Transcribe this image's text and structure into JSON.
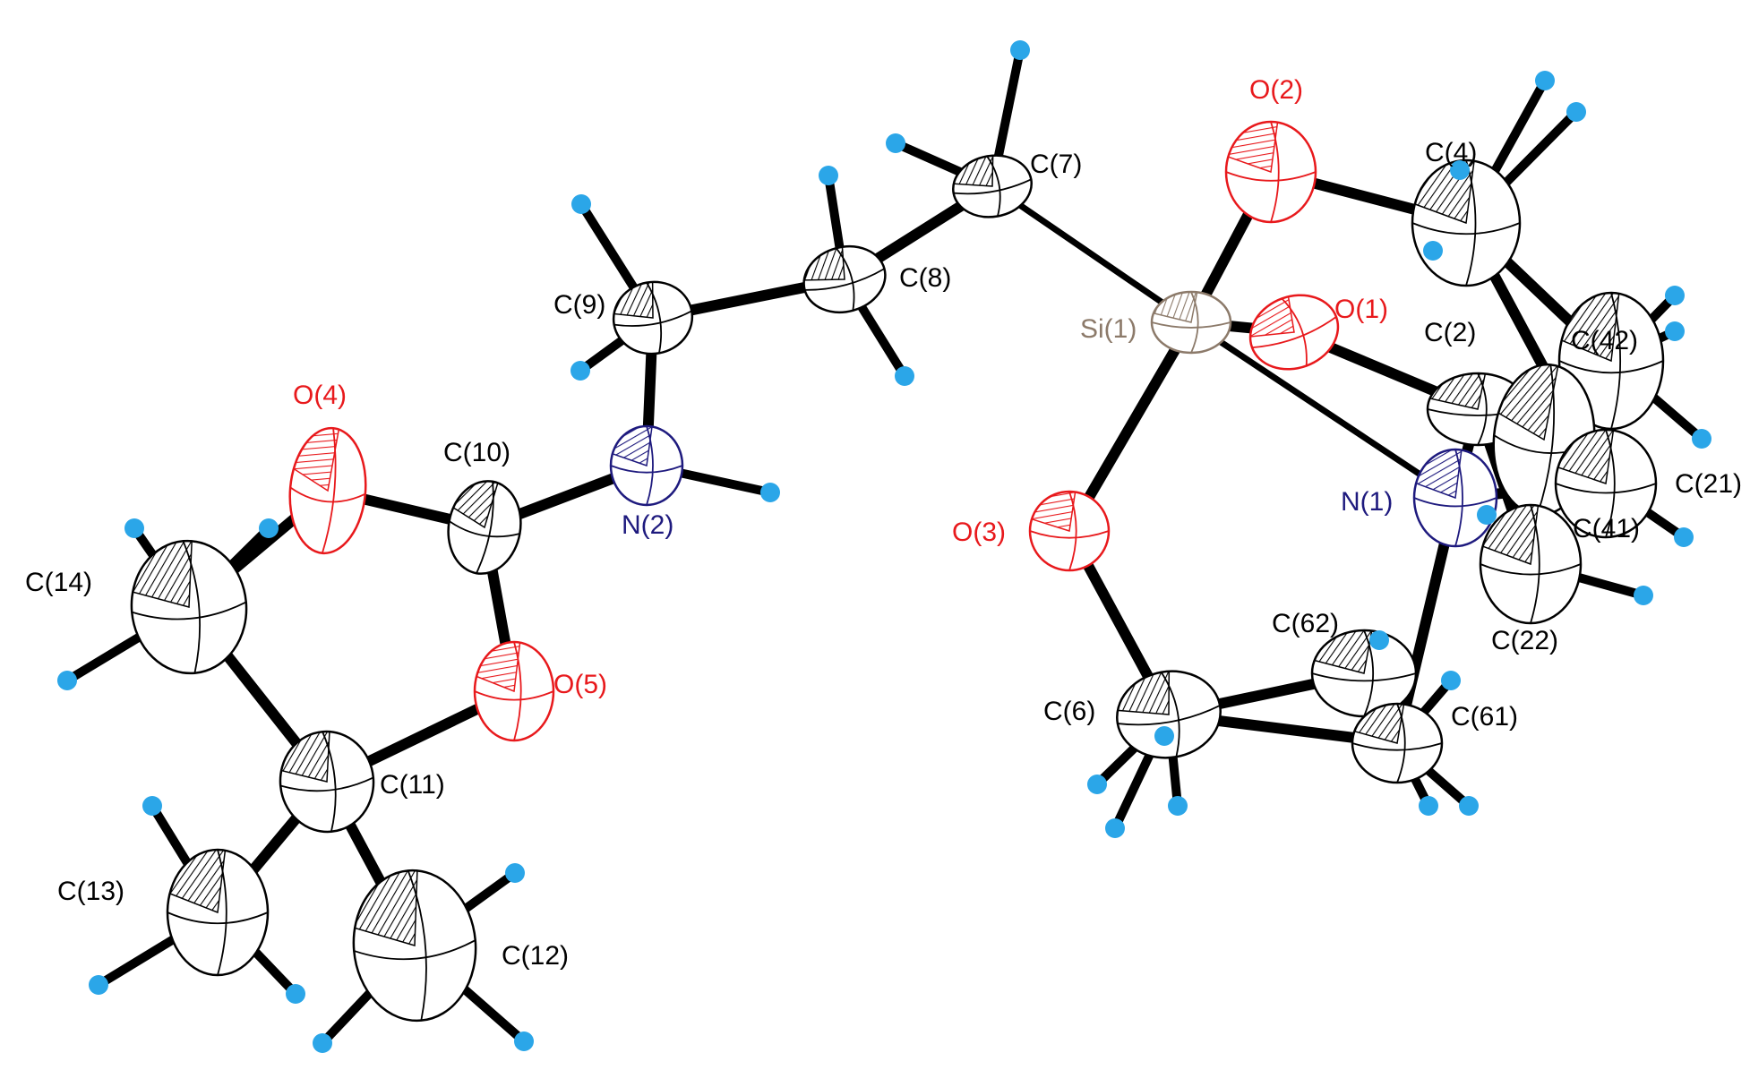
{
  "colors": {
    "background": "#ffffff",
    "bond": "#000000",
    "carbon": "#000000",
    "oxygen": "#e8191c",
    "nitrogen": "#1e1a7e",
    "silicon": "#8c7a6a",
    "hydrogen": "#2ba6e8",
    "thermal_fill": "#ffffff"
  },
  "atoms": [
    {
      "id": "C7",
      "label": "C(7)",
      "element": "C"
    },
    {
      "id": "C8",
      "label": "C(8)",
      "element": "C"
    },
    {
      "id": "C9",
      "label": "C(9)",
      "element": "C"
    },
    {
      "id": "N2",
      "label": "N(2)",
      "element": "N"
    },
    {
      "id": "C10",
      "label": "C(10)",
      "element": "C"
    },
    {
      "id": "O4",
      "label": "O(4)",
      "element": "O"
    },
    {
      "id": "O5",
      "label": "O(5)",
      "element": "O"
    },
    {
      "id": "C14",
      "label": "C(14)",
      "element": "C"
    },
    {
      "id": "C11",
      "label": "C(11)",
      "element": "C"
    },
    {
      "id": "C13",
      "label": "C(13)",
      "element": "C"
    },
    {
      "id": "C12",
      "label": "C(12)",
      "element": "C"
    },
    {
      "id": "Si1",
      "label": "Si(1)",
      "element": "Si"
    },
    {
      "id": "O2",
      "label": "O(2)",
      "element": "O"
    },
    {
      "id": "O1",
      "label": "O(1)",
      "element": "O"
    },
    {
      "id": "O3",
      "label": "O(3)",
      "element": "O"
    },
    {
      "id": "C4",
      "label": "C(4)",
      "element": "C"
    },
    {
      "id": "C42",
      "label": "C(42)",
      "element": "C"
    },
    {
      "id": "C2",
      "label": "C(2)",
      "element": "C"
    },
    {
      "id": "N1",
      "label": "N(1)",
      "element": "N"
    },
    {
      "id": "C21",
      "label": "C(21)",
      "element": "C"
    },
    {
      "id": "C41",
      "label": "C(41)",
      "element": "C"
    },
    {
      "id": "C22",
      "label": "C(22)",
      "element": "C"
    },
    {
      "id": "C62",
      "label": "C(62)",
      "element": "C"
    },
    {
      "id": "C6",
      "label": "C(6)",
      "element": "C"
    },
    {
      "id": "C61",
      "label": "C(61)",
      "element": "C"
    }
  ],
  "bonds": [
    [
      "C7",
      "C8"
    ],
    [
      "C8",
      "C9"
    ],
    [
      "C9",
      "N2"
    ],
    [
      "N2",
      "C10"
    ],
    [
      "C10",
      "O4"
    ],
    [
      "C10",
      "O5"
    ],
    [
      "O4",
      "C14"
    ],
    [
      "C14",
      "C11"
    ],
    [
      "O5",
      "C11"
    ],
    [
      "C11",
      "C13"
    ],
    [
      "C11",
      "C12"
    ],
    [
      "C7",
      "Si1"
    ],
    [
      "Si1",
      "O2"
    ],
    [
      "Si1",
      "O1"
    ],
    [
      "Si1",
      "O3"
    ],
    [
      "Si1",
      "N1"
    ],
    [
      "O2",
      "C4"
    ],
    [
      "O1",
      "C2"
    ],
    [
      "O3",
      "C6"
    ],
    [
      "C4",
      "C41"
    ],
    [
      "C2",
      "N1"
    ],
    [
      "N1",
      "C61"
    ],
    [
      "C6",
      "C61"
    ],
    [
      "C2",
      "C21"
    ],
    [
      "C4",
      "C42"
    ],
    [
      "C41",
      "N1"
    ],
    [
      "C2",
      "C22"
    ],
    [
      "C61",
      "C62"
    ],
    [
      "C6",
      "C62"
    ]
  ]
}
